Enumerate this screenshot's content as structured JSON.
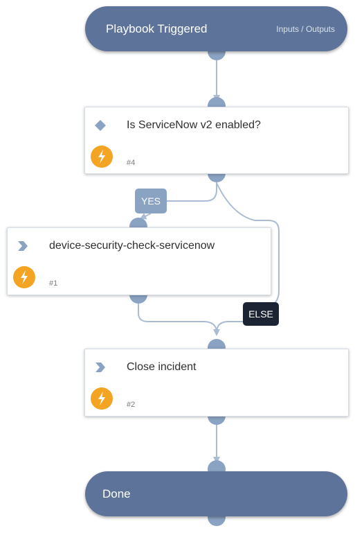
{
  "start": {
    "title": "Playbook Triggered",
    "io_label": "Inputs / Outputs"
  },
  "condition_task": {
    "title": "Is ServiceNow v2 enabled?",
    "id": "#4",
    "type_icon": "diamond-condition-icon"
  },
  "branches": {
    "yes_label": "YES",
    "else_label": "ELSE"
  },
  "subplaybook_task": {
    "title": "device-security-check-servicenow",
    "id": "#1",
    "type_icon": "chevron-right-icon"
  },
  "close_task": {
    "title": "Close incident",
    "id": "#2",
    "type_icon": "chevron-right-icon"
  },
  "end": {
    "title": "Done"
  },
  "colors": {
    "pill": "#5e7399",
    "port": "#8ba3c3",
    "connector": "#a9bcd2",
    "bolt": "#f3a423",
    "else_label_bg": "#1c2333"
  }
}
